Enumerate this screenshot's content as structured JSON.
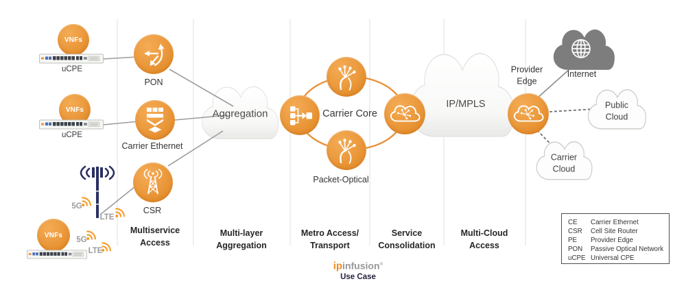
{
  "palette": {
    "accent_orange": "#E8943B",
    "tower_navy": "#2A3162",
    "internet_cloud_gray": "#7D7D7D",
    "signal_orange": "#F59A23",
    "connector_gray": "#9B9B9B"
  },
  "devices": {
    "vnfs_label": "VNFs",
    "ucpe_label": "uCPE",
    "five_g": "5G",
    "lte": "LTE"
  },
  "nodes": {
    "pon": {
      "label": "PON"
    },
    "carrier_ethernet": {
      "label": "Carrier Ethernet"
    },
    "csr": {
      "label": "CSR"
    },
    "aggregation": {
      "label": "Aggregation"
    },
    "carrier_core": {
      "label": "Carrier Core"
    },
    "packet_optical": {
      "label": "Packet-Optical"
    },
    "ip_mpls": {
      "label": "IP/MPLS"
    },
    "provider_edge": {
      "line1": "Provider",
      "line2": "Edge"
    },
    "internet": {
      "label": "Internet"
    },
    "public_cloud": {
      "line1": "Public",
      "line2": "Cloud"
    },
    "carrier_cloud": {
      "line1": "Carrier",
      "line2": "Cloud"
    }
  },
  "columns": [
    {
      "line1": "Multiservice",
      "line2": "Access"
    },
    {
      "line1": "Multi-layer",
      "line2": "Aggregation"
    },
    {
      "line1": "Metro Access/",
      "line2": "Transport"
    },
    {
      "line1": "Service",
      "line2": "Consolidation"
    },
    {
      "line1": "Multi-Cloud",
      "line2": "Access"
    }
  ],
  "legend": {
    "rows": [
      {
        "abbr": "CE",
        "definition": "Carrier Ethernet"
      },
      {
        "abbr": "CSR",
        "definition": "Cell Site Router"
      },
      {
        "abbr": "PE",
        "definition": "Provider Edge"
      },
      {
        "abbr": "PON",
        "definition": "Passive Optical Network"
      },
      {
        "abbr": "uCPE",
        "definition": "Universal CPE"
      }
    ]
  },
  "footer": {
    "logo_ip": "ip",
    "logo_infusion": "infusion",
    "logo_reg": "®",
    "caption": "Use Case"
  }
}
